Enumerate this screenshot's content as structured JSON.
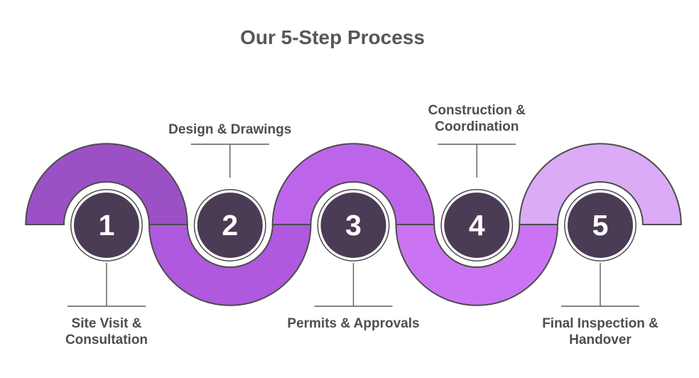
{
  "title": {
    "text": "Our 5-Step Process"
  },
  "colors": {
    "background": "#ffffff",
    "outline": "#4c4c4c",
    "connector": "#5c5c5c",
    "circle_fill": "#4b3c55",
    "circle_ring": "#ffffff",
    "number": "#ffffff",
    "label": "#4e4e50",
    "title": "#57575a"
  },
  "steps": [
    {
      "number": "1",
      "label": "Site Visit & Consultation",
      "position": "below",
      "arc": "up",
      "arc_color": "#9c50c6",
      "lines": [
        "Site Visit &",
        "Consultation"
      ]
    },
    {
      "number": "2",
      "label": "Design & Drawings",
      "position": "above",
      "arc": "down",
      "arc_color": "#ae59de",
      "lines": [
        "Design & Drawings"
      ]
    },
    {
      "number": "3",
      "label": "Permits & Approvals",
      "position": "below",
      "arc": "up",
      "arc_color": "#bd65ea",
      "lines": [
        "Permits & Approvals"
      ]
    },
    {
      "number": "4",
      "label": "Construction & Coordination",
      "position": "above",
      "arc": "down",
      "arc_color": "#cb74f3",
      "lines": [
        "Construction &",
        "Coordination"
      ]
    },
    {
      "number": "5",
      "label": "Final Inspection & Handover",
      "position": "below",
      "arc": "up",
      "arc_color": "#dcabf6",
      "lines": [
        "Final Inspection &",
        "Handover"
      ]
    }
  ]
}
